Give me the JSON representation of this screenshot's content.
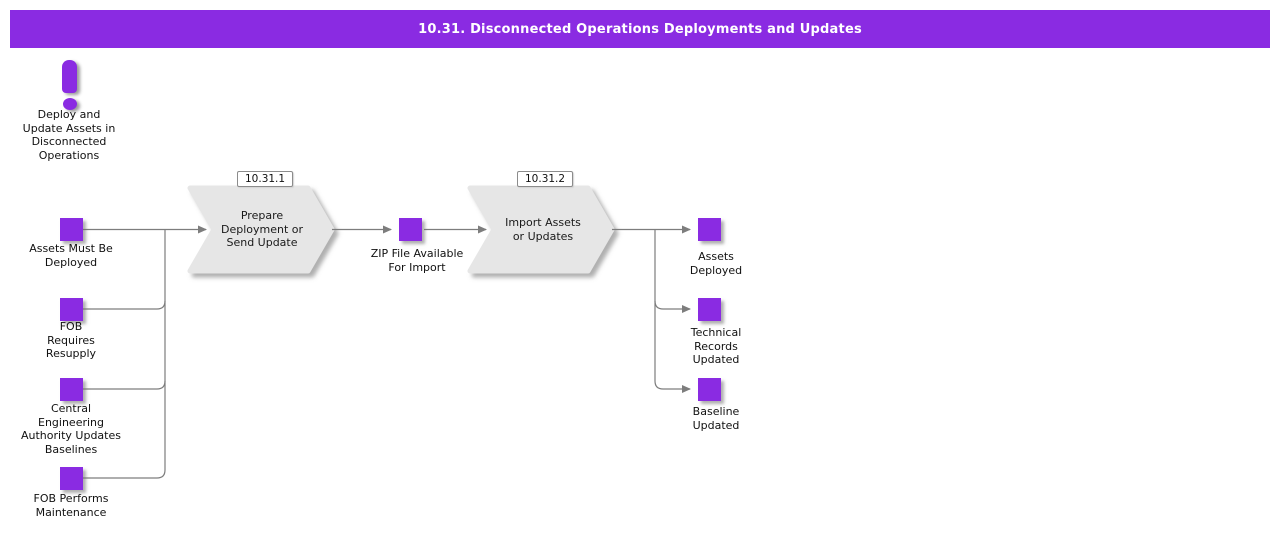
{
  "title": "10.31. Disconnected Operations Deployments and Updates",
  "colors": {
    "accent_purple": "#8A2BE2",
    "connector_gray": "#7D7D7D",
    "process_fill": "#E6E6E6"
  },
  "annotation": {
    "icon": "exclamation-icon",
    "label": "Deploy and\nUpdate Assets in\nDisconnected\nOperations"
  },
  "inputs": [
    {
      "label": "Assets Must Be\nDeployed"
    },
    {
      "label": "FOB\nRequires\nResupply"
    },
    {
      "label": "Central\nEngineering\nAuthority Updates\nBaselines"
    },
    {
      "label": "FOB Performs\nMaintenance"
    }
  ],
  "processes": [
    {
      "step": "10.31.1",
      "label": "Prepare\nDeployment or\nSend Update"
    },
    {
      "step": "10.31.2",
      "label": "Import Assets\nor Updates"
    }
  ],
  "artifact": {
    "label": "ZIP File Available\nFor Import"
  },
  "outputs": [
    {
      "label": "Assets\nDeployed"
    },
    {
      "label": "Technical\nRecords\nUpdated"
    },
    {
      "label": "Baseline\nUpdated"
    }
  ]
}
